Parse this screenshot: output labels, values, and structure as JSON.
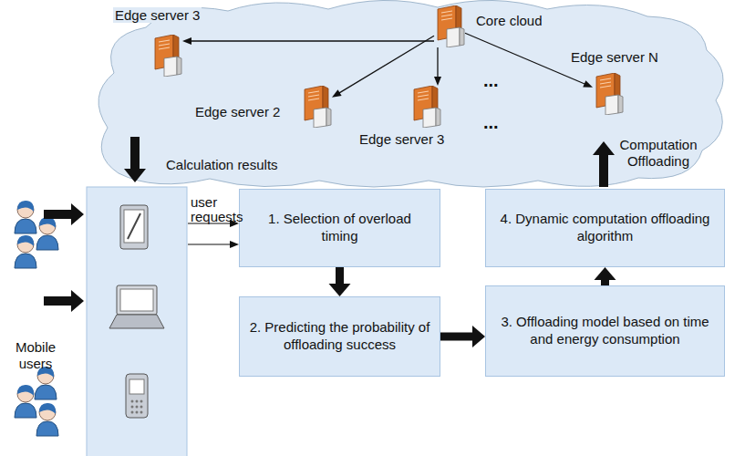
{
  "diagram": {
    "nodes": [
      {
        "text": [
          "Core cloud"
        ]
      },
      {
        "text": [
          "Edge server 3"
        ]
      },
      {
        "text": [
          "Edge server 2"
        ]
      },
      {
        "text": [
          "Edge server 3"
        ]
      },
      {
        "text": [
          "Edge server N"
        ]
      },
      {
        "text": [
          "1. Selection of overload timing"
        ]
      },
      {
        "text": [
          "2. Predicting the probability of offloading success"
        ]
      },
      {
        "text": [
          "3. Offloading model based on time and energy consumption"
        ]
      },
      {
        "text": [
          "4. Dynamic computation offloading algorithm"
        ]
      }
    ],
    "edges": [
      {
        "from": 0,
        "to": 1,
        "arrow": "to"
      },
      {
        "from": 0,
        "to": 2,
        "arrow": "to"
      },
      {
        "from": 0,
        "to": 3,
        "arrow": "to"
      },
      {
        "from": 0,
        "to": 4,
        "arrow": "to"
      },
      {
        "from": 5,
        "to": 6,
        "arrow": "to"
      },
      {
        "from": 6,
        "to": 7,
        "arrow": "to"
      },
      {
        "from": 7,
        "to": 8,
        "arrow": "to"
      }
    ],
    "labels": [
      "Calculation results",
      "user requests",
      "Computation Offloading",
      "Mobile users",
      "...",
      "..."
    ]
  }
}
